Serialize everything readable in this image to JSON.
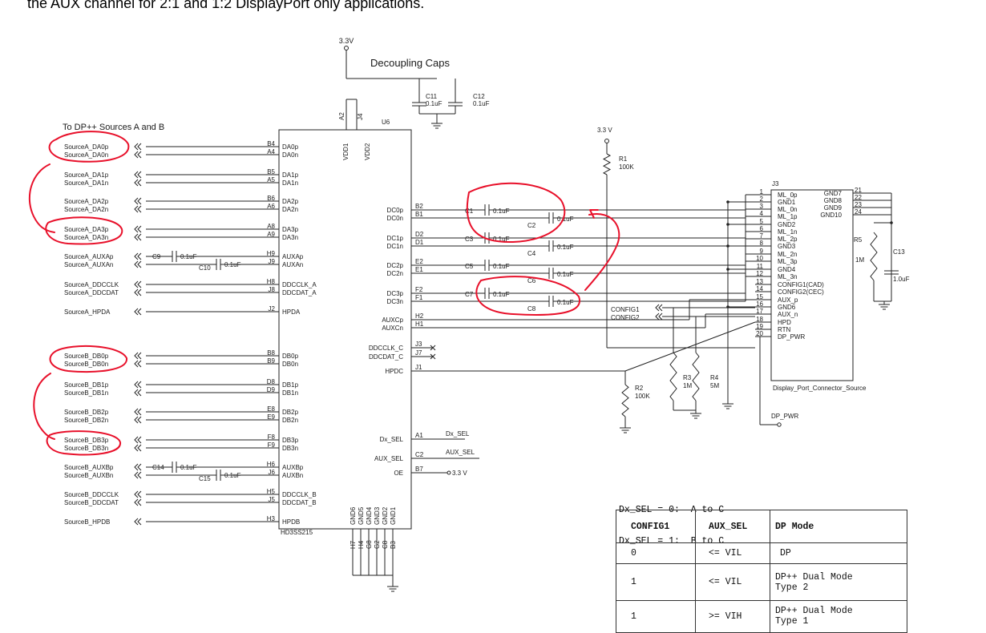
{
  "caption": "the AUX channel for 2:1 and 1:2 DisplayPort only applications.",
  "rails": {
    "v33_top": "3.3V",
    "v33_right": "3.3 V",
    "oe_rail": "3.3 V",
    "dp_pwr": "DP_PWR"
  },
  "titles": {
    "decoupling": "Decoupling Caps",
    "to_sources": "To DP++ Sources A and B"
  },
  "u6": {
    "ref": "U6",
    "part": "HD3SS215",
    "vdd": [
      {
        "pin": "A2",
        "name": "VDD1"
      },
      {
        "pin": "J4",
        "name": "VDD2"
      }
    ],
    "left_pins": [
      {
        "p": "B4",
        "n": "DA0p"
      },
      {
        "p": "A4",
        "n": "DA0n"
      },
      {
        "p": "B5",
        "n": "DA1p"
      },
      {
        "p": "A5",
        "n": "DA1n"
      },
      {
        "p": "B6",
        "n": "DA2p"
      },
      {
        "p": "A6",
        "n": "DA2n"
      },
      {
        "p": "A8",
        "n": "DA3p"
      },
      {
        "p": "A9",
        "n": "DA3n"
      },
      {
        "p": "H9",
        "n": "AUXAp"
      },
      {
        "p": "J9",
        "n": "AUXAn"
      },
      {
        "p": "H8",
        "n": "DDCCLK_A"
      },
      {
        "p": "J8",
        "n": "DDCDAT_A"
      },
      {
        "p": "J2",
        "n": "HPDA"
      },
      {
        "p": "B8",
        "n": "DB0p"
      },
      {
        "p": "B9",
        "n": "DB0n"
      },
      {
        "p": "D8",
        "n": "DB1p"
      },
      {
        "p": "D9",
        "n": "DB1n"
      },
      {
        "p": "E8",
        "n": "DB2p"
      },
      {
        "p": "E9",
        "n": "DB2n"
      },
      {
        "p": "F8",
        "n": "DB3p"
      },
      {
        "p": "F9",
        "n": "DB3n"
      },
      {
        "p": "H6",
        "n": "AUXBp"
      },
      {
        "p": "J6",
        "n": "AUXBn"
      },
      {
        "p": "H5",
        "n": "DDCCLK_B"
      },
      {
        "p": "J5",
        "n": "DDCDAT_B"
      },
      {
        "p": "H3",
        "n": "HPDB"
      }
    ],
    "right_pins": [
      {
        "p": "B2",
        "n": "DC0p"
      },
      {
        "p": "B1",
        "n": "DC0n"
      },
      {
        "p": "D2",
        "n": "DC1p"
      },
      {
        "p": "D1",
        "n": "DC1n"
      },
      {
        "p": "E2",
        "n": "DC2p"
      },
      {
        "p": "E1",
        "n": "DC2n"
      },
      {
        "p": "F2",
        "n": "DC3p"
      },
      {
        "p": "F1",
        "n": "DC3n"
      },
      {
        "p": "H2",
        "n": "AUXCp"
      },
      {
        "p": "H1",
        "n": "AUXCn"
      },
      {
        "p": "J3",
        "n": "DDCCLK_C"
      },
      {
        "p": "J7",
        "n": "DDCDAT_C"
      },
      {
        "p": "J1",
        "n": "HPDC"
      },
      {
        "p": "A1",
        "n": "Dx_SEL"
      },
      {
        "p": "C2",
        "n": "AUX_SEL"
      },
      {
        "p": "B7",
        "n": "OE"
      }
    ],
    "gnd_pins": [
      {
        "p": "H7",
        "n": "GND6"
      },
      {
        "p": "H4",
        "n": "GND5"
      },
      {
        "p": "G8",
        "n": "GND4"
      },
      {
        "p": "G2",
        "n": "GND3"
      },
      {
        "p": "C8",
        "n": "GND2"
      },
      {
        "p": "B3",
        "n": "GND1"
      }
    ]
  },
  "sources": [
    "SourceA_DA0p",
    "SourceA_DA0n",
    "SourceA_DA1p",
    "SourceA_DA1n",
    "SourceA_DA2p",
    "SourceA_DA2n",
    "SourceA_DA3p",
    "SourceA_DA3n",
    "SourceA_AUXAp",
    "SourceA_AUXAn",
    "SourceA_DDCCLK",
    "SourceA_DDCDAT",
    "SourceA_HPDA",
    "SourceB_DB0p",
    "SourceB_DB0n",
    "SourceB_DB1p",
    "SourceB_DB1n",
    "SourceB_DB2p",
    "SourceB_DB2n",
    "SourceB_DB3p",
    "SourceB_DB3n",
    "SourceB_AUXBp",
    "SourceB_AUXBn",
    "SourceB_DDCCLK",
    "SourceB_DDCDAT",
    "SourceB_HPDB"
  ],
  "caps": [
    {
      "ref": "C11",
      "val": "0.1uF"
    },
    {
      "ref": "C12",
      "val": "0.1uF"
    },
    {
      "ref": "C9",
      "val": "0.1uF"
    },
    {
      "ref": "C10",
      "val": "0.1uF"
    },
    {
      "ref": "C14",
      "val": "0.1uF"
    },
    {
      "ref": "C15",
      "val": "0.1uF"
    },
    {
      "ref": "C1",
      "val": "0.1uF"
    },
    {
      "ref": "C2",
      "val": "0.1uF"
    },
    {
      "ref": "C3",
      "val": "0.1uF"
    },
    {
      "ref": "C4",
      "val": "0.1uF"
    },
    {
      "ref": "C5",
      "val": "0.1uF"
    },
    {
      "ref": "C6",
      "val": "0.1uF"
    },
    {
      "ref": "C7",
      "val": "0.1uF"
    },
    {
      "ref": "C8",
      "val": "0.1uF"
    },
    {
      "ref": "C13",
      "val": "1.0uF"
    }
  ],
  "resistors": [
    {
      "ref": "R1",
      "val": "100K"
    },
    {
      "ref": "R2",
      "val": "100K"
    },
    {
      "ref": "R3",
      "val": "1M"
    },
    {
      "ref": "R4",
      "val": "5M"
    },
    {
      "ref": "R5",
      "val": "1M"
    }
  ],
  "config_ports": [
    "CONFIG1",
    "CONFIG2"
  ],
  "sel_nets": {
    "dx_sel": "Dx_SEL",
    "aux_sel": "AUX_SEL"
  },
  "j3": {
    "ref": "J3",
    "part": "Display_Port_Connector_Source",
    "left_pins": [
      {
        "p": "1",
        "n": "ML_0p"
      },
      {
        "p": "2",
        "n": "GND1"
      },
      {
        "p": "3",
        "n": "ML_0n"
      },
      {
        "p": "4",
        "n": "ML_1p"
      },
      {
        "p": "5",
        "n": "GND2"
      },
      {
        "p": "6",
        "n": "ML_1n"
      },
      {
        "p": "7",
        "n": "ML_2p"
      },
      {
        "p": "8",
        "n": "GND3"
      },
      {
        "p": "9",
        "n": "ML_2n"
      },
      {
        "p": "10",
        "n": "ML_3p"
      },
      {
        "p": "11",
        "n": "GND4"
      },
      {
        "p": "12",
        "n": "ML_3n"
      },
      {
        "p": "13",
        "n": "CONFIG1(CAD)"
      },
      {
        "p": "14",
        "n": "CONFIG2(CEC)"
      },
      {
        "p": "15",
        "n": "AUX_p"
      },
      {
        "p": "16",
        "n": "GND6"
      },
      {
        "p": "17",
        "n": "AUX_n"
      },
      {
        "p": "18",
        "n": "HPD"
      },
      {
        "p": "19",
        "n": "RTN"
      },
      {
        "p": "20",
        "n": "DP_PWR"
      }
    ],
    "right_pins": [
      {
        "p": "21",
        "n": "GND7"
      },
      {
        "p": "22",
        "n": "GND8"
      },
      {
        "p": "23",
        "n": "GND9"
      },
      {
        "p": "24",
        "n": "GND10"
      }
    ]
  },
  "dx_sel_notes": [
    "Dx_SEL = 0:  A to C",
    "Dx_SEL = 1:  B to C"
  ],
  "mode_table": {
    "headers": [
      "CONFIG1",
      "AUX_SEL",
      "DP Mode"
    ],
    "rows": [
      [
        "0",
        "<= VIL",
        "DP"
      ],
      [
        "1",
        "<= VIL",
        "DP++ Dual Mode\nType 2"
      ],
      [
        "1",
        ">= VIH",
        "DP++ Dual Mode\nType 1"
      ]
    ]
  },
  "colors": {
    "annotation": "#e8102a",
    "wire": "#222222"
  }
}
